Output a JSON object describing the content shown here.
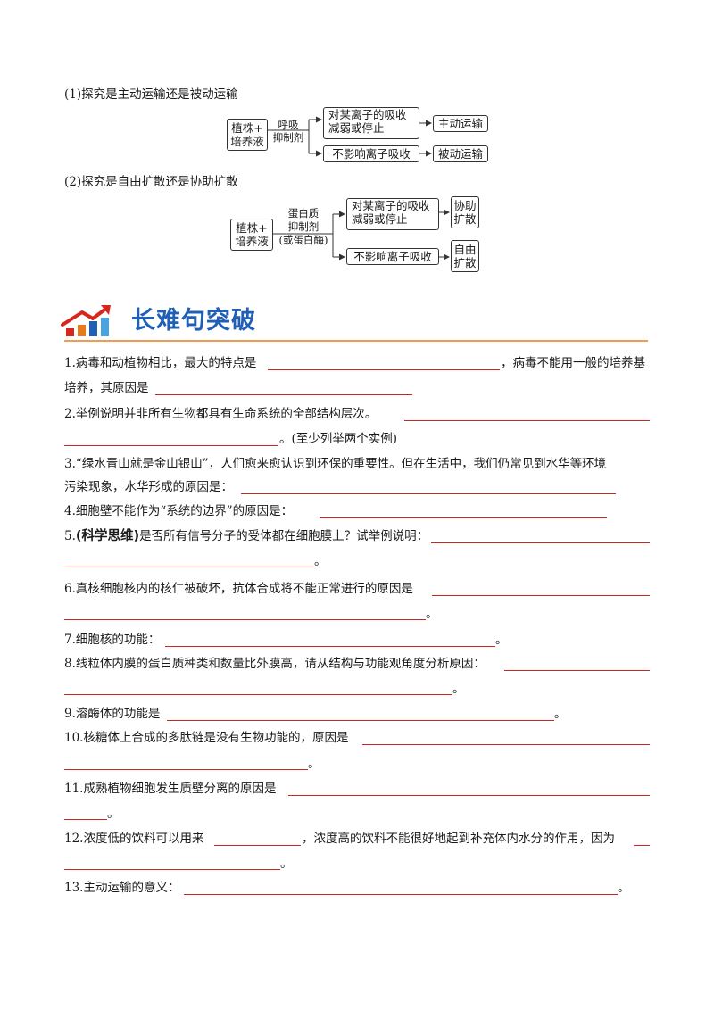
{
  "diagram1": {
    "caption": "(1)探究是主动运输还是被动运输",
    "start_line1": "植株+",
    "start_line2": "培养液",
    "treat_line1": "呼吸",
    "treat_line2": "抑制剂",
    "upper_result_line1": "对某离子的吸收",
    "upper_result_line2": "减弱或停止",
    "upper_conclusion": "主动运输",
    "lower_result": "不影响离子吸收",
    "lower_conclusion": "被动运输"
  },
  "diagram2": {
    "caption": "(2)探究是自由扩散还是协助扩散",
    "start_line1": "植株+",
    "start_line2": "培养液",
    "treat_line1": "蛋白质",
    "treat_line2": "抑制剂",
    "treat_line3": "(或蛋白酶)",
    "upper_result_line1": "对某离子的吸收",
    "upper_result_line2": "减弱或停止",
    "upper_conclusion_line1": "协助",
    "upper_conclusion_line2": "扩散",
    "lower_result": "不影响离子吸收",
    "lower_conclusion_line1": "自由",
    "lower_conclusion_line2": "扩散"
  },
  "section": {
    "title": "长难句突破"
  },
  "colors": {
    "accent_red": "#d7261e",
    "title_blue": "#1f5fb5",
    "rule_orange": "#e87a1e",
    "blank_line": "#c9261f"
  },
  "questions": {
    "q1_a": "1.病毒和动植物相比，最大的特点是",
    "q1_b": "，病毒不能用一般的培养基",
    "q1_c": "培养，其原因是",
    "q2_a": "2.举例说明并非所有生物都具有生命系统的全部结构层次。",
    "q2_b": "。(至少列举两个实例)",
    "q3_a": "3.“绿水青山就是金山银山”，人们愈来愈认识到环保的重要性。但在生活中，我们仍常见到水华等环境",
    "q3_b": "污染现象，水华形成的原因是：",
    "q4": "4.细胞壁不能作为“系统的边界”的原因是：",
    "q5_num": "5.",
    "q5_tag": "(科学思维)",
    "q5_a": "是否所有信号分子的受体都在细胞膜上？试举例说明：",
    "q5_end": "。",
    "q6": "6.真核细胞核内的核仁被破坏，抗体合成将不能正常进行的原因是",
    "q6_end": "。",
    "q7": "7.细胞核的功能：",
    "q7_end": "。",
    "q8": "8.线粒体内膜的蛋白质种类和数量比外膜高，请从结构与功能观角度分析原因：",
    "q8_end": "。",
    "q9": "9.溶酶体的功能是",
    "q9_end": "。",
    "q10": "10.核糖体上合成的多肽链是没有生物功能的，原因是",
    "q10_end": "。",
    "q11": "11.成熟植物细胞发生质壁分离的原因是",
    "q11_end": "。",
    "q12_a": "12.浓度低的饮料可以用来",
    "q12_b": "，浓度高的饮料不能很好地起到补充体内水分的作用，因为",
    "q12_end": "。",
    "q13": "13.主动运输的意义：",
    "q13_end": "。"
  }
}
